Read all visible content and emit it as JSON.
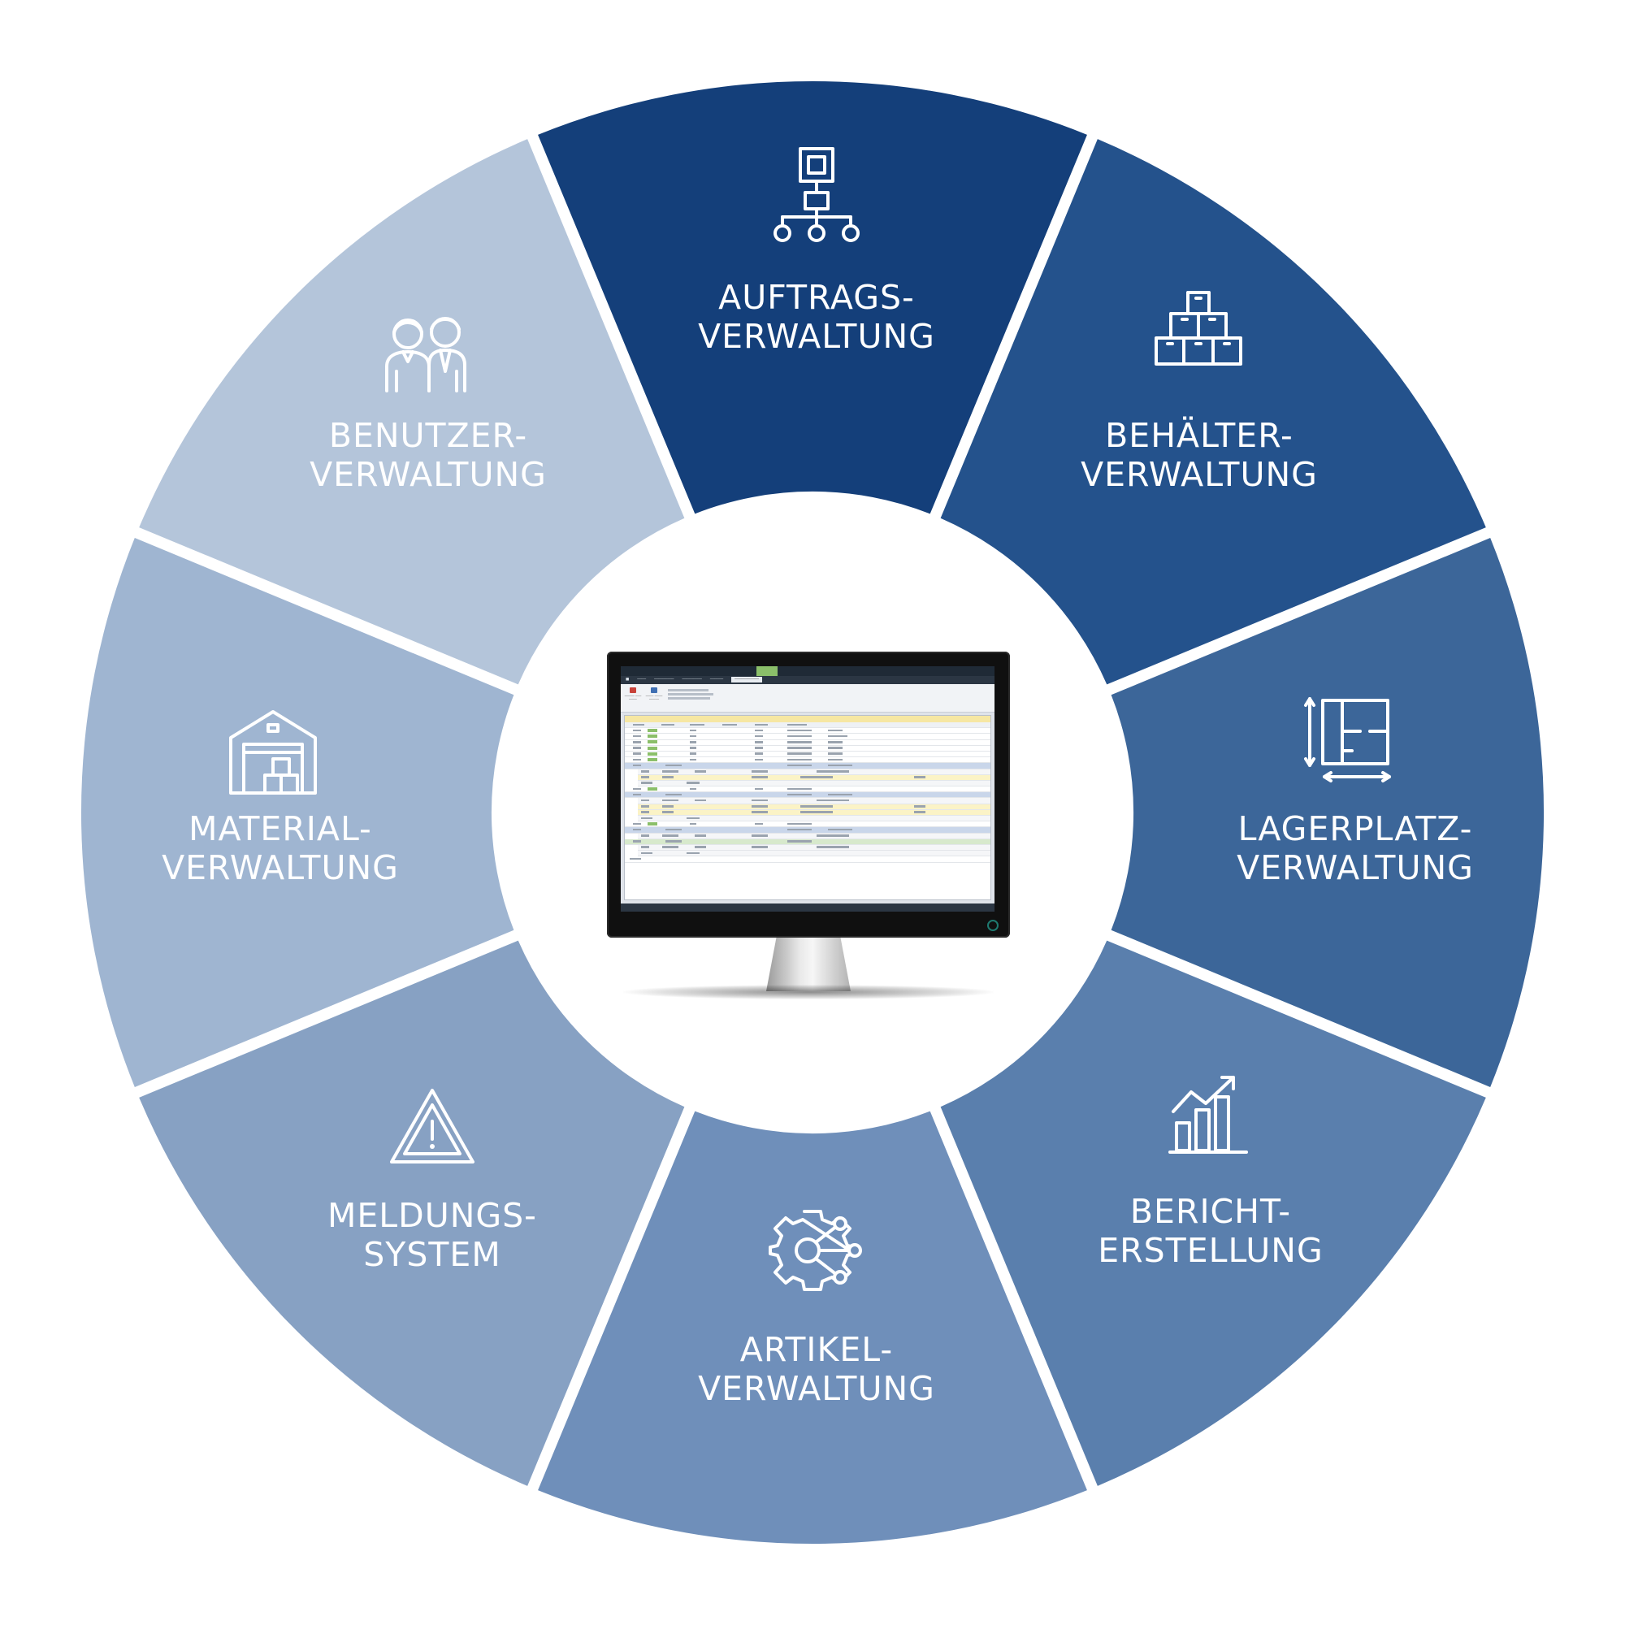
{
  "segments": [
    {
      "key": "auftrag",
      "line1": "AUFTRAGS-",
      "line2": "VERWALTUNG",
      "color": "#143f7a",
      "icon": "org-chart-icon"
    },
    {
      "key": "behaelter",
      "line1": "BEHÄLTER-",
      "line2": "VERWALTUNG",
      "color": "#24528c",
      "icon": "stacked-boxes-icon"
    },
    {
      "key": "lager",
      "line1": "LAGERPLATZ-",
      "line2": "VERWALTUNG",
      "color": "#3c6699",
      "icon": "floor-plan-icon"
    },
    {
      "key": "bericht",
      "line1": "BERICHT-",
      "line2": "ERSTELLUNG",
      "color": "#5a7fad",
      "icon": "bar-chart-growth-icon"
    },
    {
      "key": "artikel",
      "line1": "ARTIKEL-",
      "line2": "VERWALTUNG",
      "color": "#6f8fba",
      "icon": "gear-network-icon"
    },
    {
      "key": "meldung",
      "line1": "MELDUNGS-",
      "line2": "SYSTEM",
      "color": "#87a1c3",
      "icon": "warning-icon"
    },
    {
      "key": "material",
      "line1": "MATERIAL-",
      "line2": "VERWALTUNG",
      "color": "#9fb5d1",
      "icon": "warehouse-icon"
    },
    {
      "key": "benutzer",
      "line1": "BENUTZER-",
      "line2": "VERWALTUNG",
      "color": "#b4c5da",
      "icon": "users-icon"
    }
  ]
}
